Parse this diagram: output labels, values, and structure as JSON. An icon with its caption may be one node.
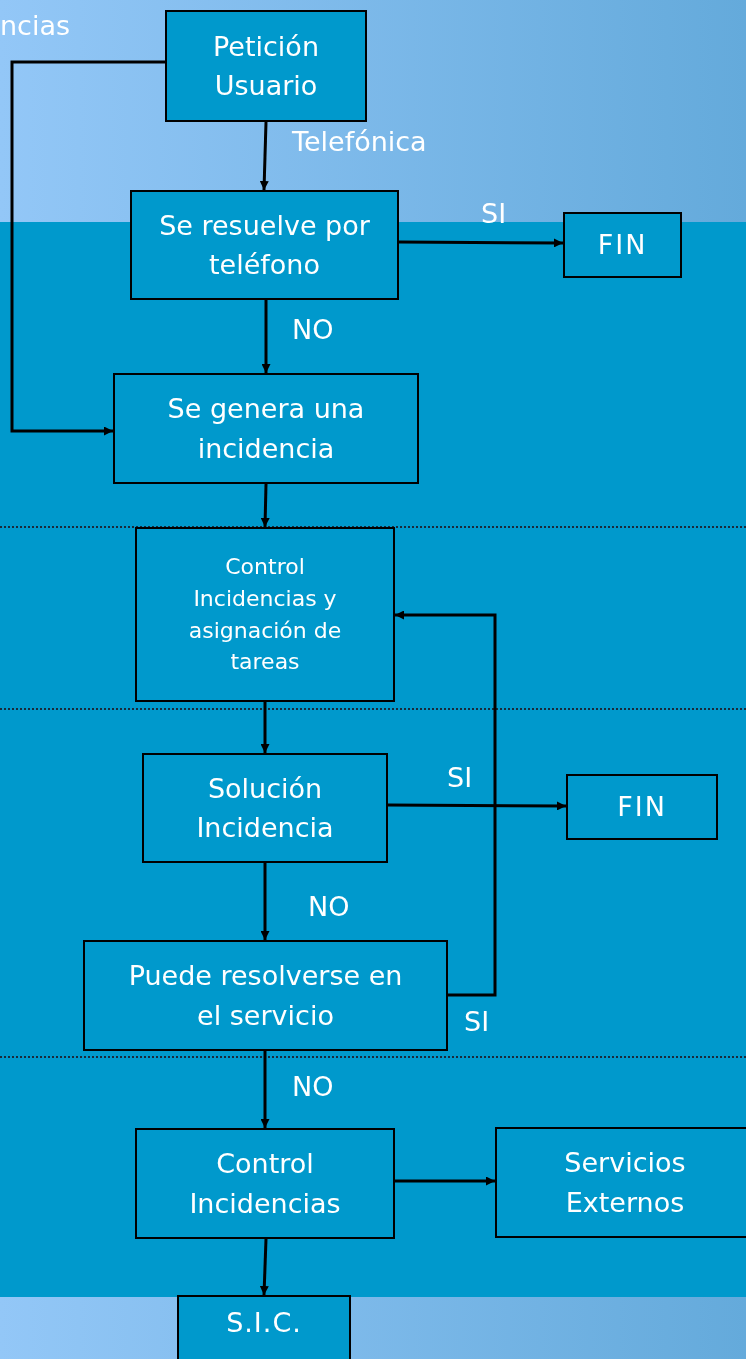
{
  "diagram": {
    "nodes": [
      {
        "text": [
          "Petición Usuario"
        ]
      },
      {
        "text": [
          "Se resuelve por teléfono"
        ]
      },
      {
        "text": [
          "FIN"
        ]
      },
      {
        "text": [
          "Se genera una incidencia"
        ]
      },
      {
        "text": [
          "Control Incidencias y asignación de tareas"
        ]
      },
      {
        "text": [
          "Solución Incidencia"
        ]
      },
      {
        "text": [
          "FIN"
        ]
      },
      {
        "text": [
          "Puede resolverse en el servicio"
        ]
      },
      {
        "text": [
          "Control Incidencias"
        ]
      },
      {
        "text": [
          "Servicios Externos"
        ]
      },
      {
        "text": [
          "S.I.C."
        ]
      }
    ],
    "edges": [
      {
        "from": 0,
        "to": 1,
        "arrow": "to",
        "label": "Telefónica"
      },
      {
        "from": 1,
        "to": 2,
        "arrow": "to",
        "label": "SI"
      },
      {
        "from": 1,
        "to": 3,
        "arrow": "to",
        "label": "NO"
      },
      {
        "from": 0,
        "to": 3,
        "arrow": "to"
      },
      {
        "from": 3,
        "to": 4,
        "arrow": "to"
      },
      {
        "from": 4,
        "to": 5,
        "arrow": "to"
      },
      {
        "from": 5,
        "to": 6,
        "arrow": "to",
        "label": "SI"
      },
      {
        "from": 5,
        "to": 7,
        "arrow": "to",
        "label": "NO"
      },
      {
        "from": 7,
        "to": 4,
        "arrow": "to",
        "label": "SI"
      },
      {
        "from": 7,
        "to": 8,
        "arrow": "to",
        "label": "NO"
      },
      {
        "from": 8,
        "to": 9,
        "arrow": "to"
      },
      {
        "from": 8,
        "to": 10,
        "arrow": "to"
      }
    ],
    "labels": [
      "ncias"
    ]
  }
}
